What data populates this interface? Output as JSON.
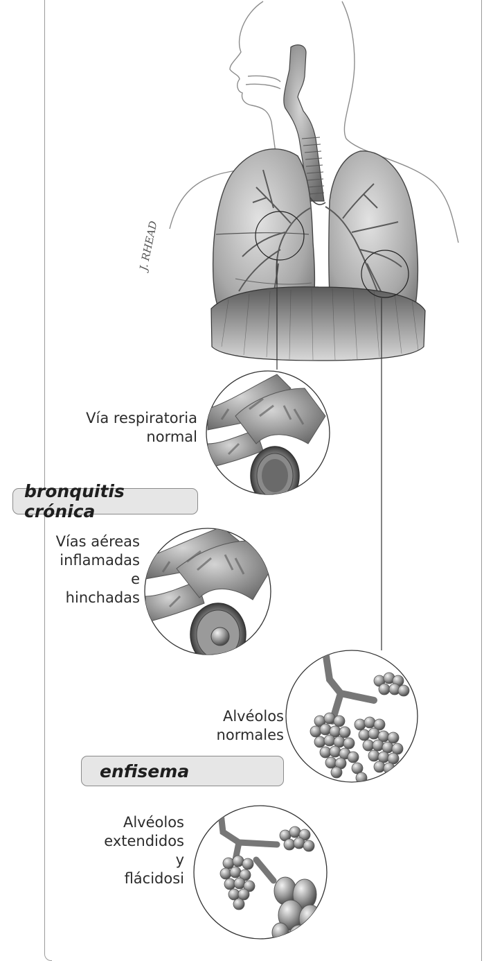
{
  "labels": {
    "normal_airway": [
      "Vía respiratoria",
      "normal"
    ],
    "inflamed_airways": [
      "Vías aéreas",
      "inflamadas",
      "e hinchadas"
    ],
    "normal_alveoli": [
      "Alvéolos",
      "normales"
    ],
    "stretched_alveoli": [
      "Alvéolos",
      "extendidos y",
      "flácidosi"
    ]
  },
  "tags": {
    "chronic_bronchitis": "bronquitis crónica",
    "emphysema": "enfisema"
  },
  "signature": "J. RHEAD",
  "colors": {
    "tag_fill": "#e6e6e6",
    "tag_border": "#8a8a8a",
    "line": "#3a3a3a"
  }
}
